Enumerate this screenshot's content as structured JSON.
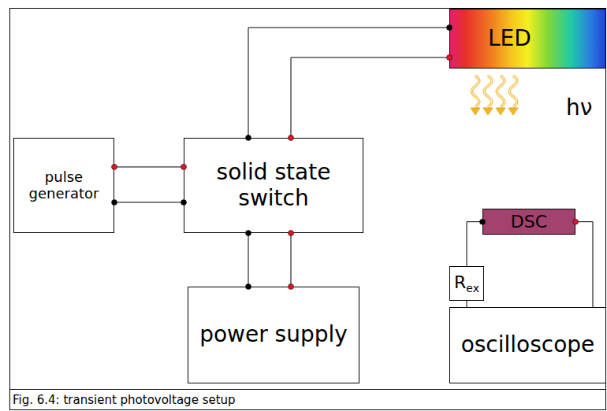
{
  "diagram": {
    "caption": "Fig. 6.4: transient photovoltage setup",
    "nodes": [
      {
        "text": [
          "pulse generator"
        ]
      },
      {
        "text": [
          "solid state switch"
        ]
      },
      {
        "text": [
          "power supply"
        ]
      },
      {
        "text": [
          "LED"
        ]
      },
      {
        "text": [
          "DSC"
        ]
      },
      {
        "text": [
          "R",
          "ex"
        ]
      },
      {
        "text": [
          "oscilloscope"
        ]
      }
    ],
    "edges": [
      {
        "from": 0,
        "to": 1,
        "arrow": "none"
      },
      {
        "from": 0,
        "to": 1,
        "arrow": "none"
      },
      {
        "from": 1,
        "to": 2,
        "arrow": "none"
      },
      {
        "from": 1,
        "to": 2,
        "arrow": "none"
      },
      {
        "from": 1,
        "to": 3,
        "arrow": "none"
      },
      {
        "from": 1,
        "to": 3,
        "arrow": "none"
      },
      {
        "from": 4,
        "to": 5,
        "arrow": "none"
      },
      {
        "from": 5,
        "to": 6,
        "arrow": "none"
      },
      {
        "from": 4,
        "to": 6,
        "arrow": "none"
      }
    ],
    "labels": [
      "hν"
    ]
  }
}
